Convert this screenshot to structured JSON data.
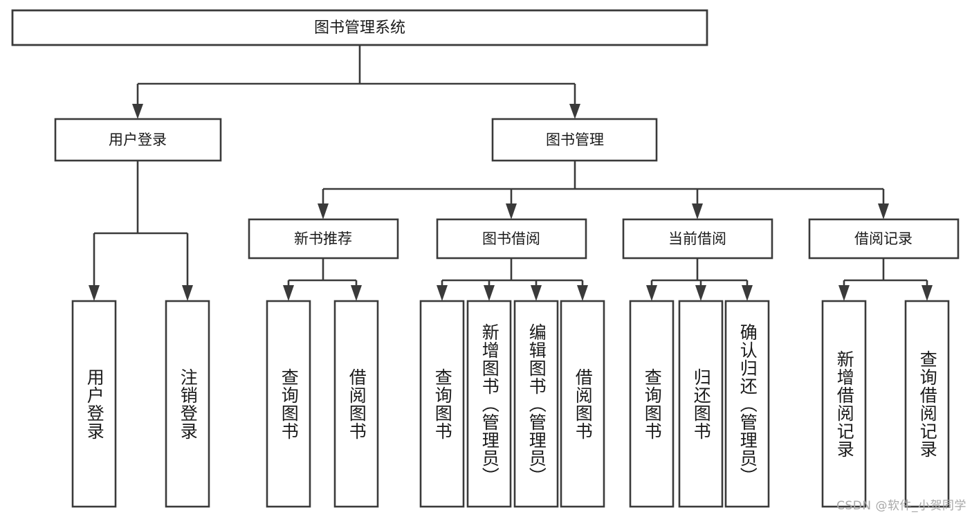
{
  "diagram": {
    "type": "tree-hierarchy-chart",
    "title": "图书管理系统",
    "orientation": "top-down",
    "colors": {
      "box_stroke": "#3a3a3a",
      "box_fill": "#ffffff",
      "text": "#1a1a1a",
      "connector": "#3a3a3a",
      "background": "#ffffff",
      "watermark": "#a8a8a8"
    },
    "root": {
      "label": "图书管理系统"
    },
    "level2": [
      {
        "label": "用户登录"
      },
      {
        "label": "图书管理"
      }
    ],
    "level3": [
      {
        "label": "新书推荐"
      },
      {
        "label": "图书借阅"
      },
      {
        "label": "当前借阅"
      },
      {
        "label": "借阅记录"
      }
    ],
    "leaves": {
      "user_login": [
        {
          "label": "用户登录"
        },
        {
          "label": "注销登录"
        }
      ],
      "new_book_recommend": [
        {
          "label": "查询图书"
        },
        {
          "label": "借阅图书"
        }
      ],
      "book_borrow": [
        {
          "label": "查询图书"
        },
        {
          "label": "新增图书（管理员）"
        },
        {
          "label": "编辑图书（管理员）"
        },
        {
          "label": "借阅图书"
        }
      ],
      "current_borrow": [
        {
          "label": "查询图书"
        },
        {
          "label": "归还图书"
        },
        {
          "label": "确认归还（管理员）"
        }
      ],
      "borrow_record": [
        {
          "label": "新增借阅记录"
        },
        {
          "label": "查询借阅记录"
        }
      ]
    },
    "watermark": "CSDN @软件_小贺同学"
  }
}
